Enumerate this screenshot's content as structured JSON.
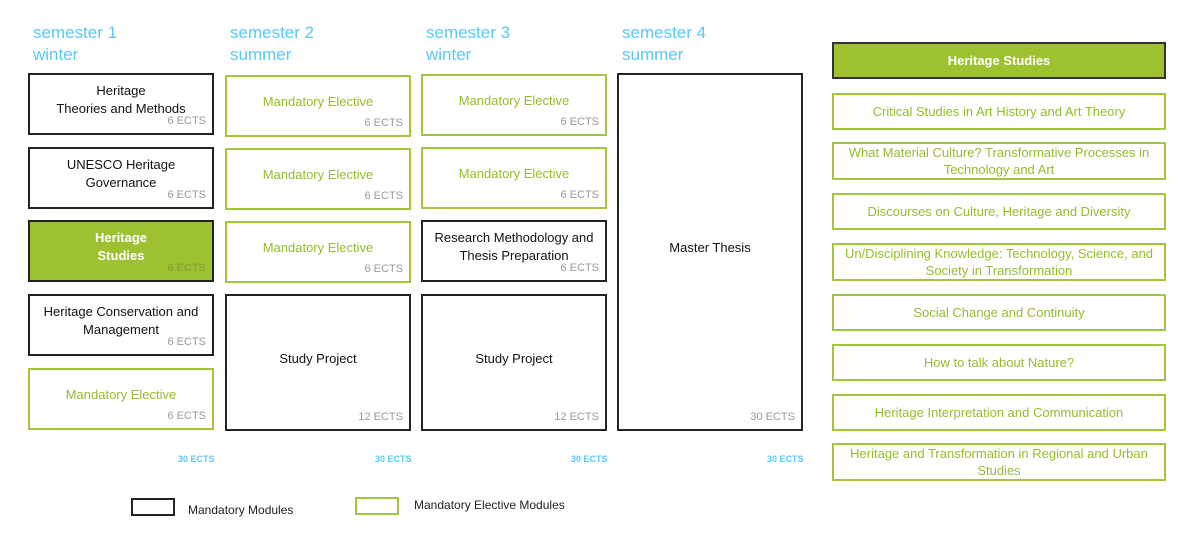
{
  "semesters": [
    {
      "number": "semester 1",
      "season": "winter",
      "total": "30 ECTS"
    },
    {
      "number": "semester 2",
      "season": "summer",
      "total": "30 ECTS"
    },
    {
      "number": "semester 3",
      "season": "winter",
      "total": "30 ECTS"
    },
    {
      "number": "semester 4",
      "season": "summer",
      "total": "30 ECTS"
    }
  ],
  "modules": {
    "s1": [
      {
        "title": "Heritage\nTheories and Methods",
        "ects": "6 ECTS"
      },
      {
        "title": "UNESCO Heritage\nGovernance",
        "ects": "6 ECTS"
      },
      {
        "title": "Heritage\nStudies",
        "ects": "6 ECTS"
      },
      {
        "title": "Heritage Conservation and\nManagement",
        "ects": "6 ECTS"
      },
      {
        "title": "Mandatory Elective",
        "ects": "6 ECTS"
      }
    ],
    "s2": [
      {
        "title": "Mandatory Elective",
        "ects": "6 ECTS"
      },
      {
        "title": "Mandatory Elective",
        "ects": "6 ECTS"
      },
      {
        "title": "Mandatory Elective",
        "ects": "6 ECTS"
      },
      {
        "title": "Study Project",
        "ects": "12 ECTS"
      }
    ],
    "s3": [
      {
        "title": "Mandatory Elective",
        "ects": "6 ECTS"
      },
      {
        "title": "Mandatory Elective",
        "ects": "6 ECTS"
      },
      {
        "title": "Research Methodology and\nThesis Preparation",
        "ects": "6 ECTS"
      },
      {
        "title": "Study Project",
        "ects": "12 ECTS"
      }
    ],
    "s4": [
      {
        "title": "Master Thesis",
        "ects": "30 ECTS"
      }
    ]
  },
  "electives": {
    "header": "Heritage Studies",
    "items": [
      "Critical Studies in Art History and Art Theory",
      "What Material Culture? Transformative Processes in Technology and Art",
      "Discourses on Culture, Heritage and Diversity",
      "Un/Disciplining Knowledge: Technology, Science, and Society in Transformation",
      "Social Change and Continuity",
      "How to talk about Nature?",
      "Heritage Interpretation and Communication",
      "Heritage and Transformation in Regional and Urban Studies"
    ]
  },
  "legend": {
    "mandatory": "Mandatory Modules",
    "elective": "Mandatory Elective Modules"
  },
  "colors": {
    "green": "#9dc12f",
    "blue": "#5ac8f4"
  }
}
